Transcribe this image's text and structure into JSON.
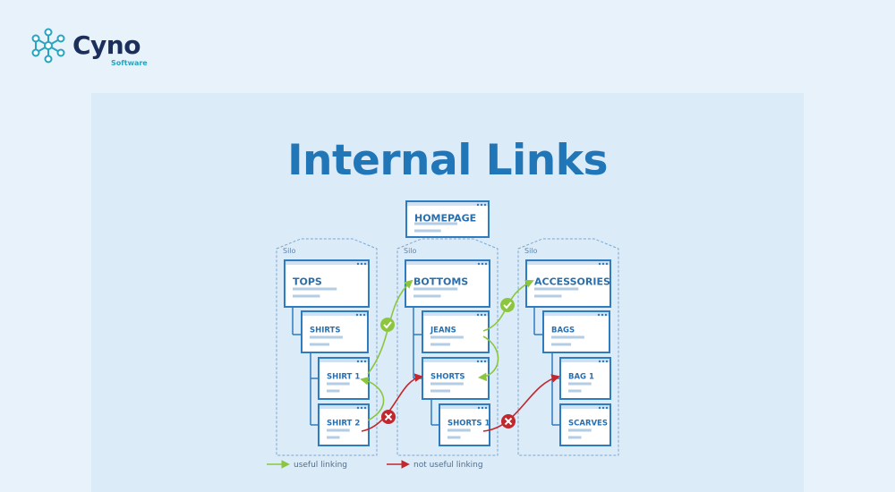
{
  "brand": {
    "name": "Cyno",
    "sub": "Software",
    "logo": "network-nodes-icon"
  },
  "title": "Internal Links",
  "colors": {
    "accent": "#2176b8",
    "brand": "#1c2e5c",
    "brand_sub": "#27a4bf",
    "useful": "#8cc63f",
    "not_useful": "#c1272d"
  },
  "homepage": "HOMEPAGE",
  "silos": [
    {
      "label": "Silo",
      "top": "TOPS",
      "cards": [
        "SHIRTS",
        "SHIRT 1",
        "SHIRT 2"
      ]
    },
    {
      "label": "Silo",
      "top": "BOTTOMS",
      "cards": [
        "JEANS",
        "SHORTS",
        "SHORTS 1"
      ]
    },
    {
      "label": "Silo",
      "top": "ACCESSORIES",
      "cards": [
        "BAGS",
        "BAG 1",
        "SCARVES"
      ]
    }
  ],
  "links": {
    "useful": [
      [
        "SHIRT 1",
        "BOTTOMS"
      ],
      [
        "SHIRT 2",
        "SHIRT 1"
      ],
      [
        "JEANS",
        "ACCESSORIES"
      ],
      [
        "JEANS",
        "SHORTS"
      ]
    ],
    "not_useful": [
      [
        "SHIRT 2",
        "SHORTS"
      ],
      [
        "SHORTS 1",
        "BAG 1"
      ]
    ]
  },
  "legend": {
    "useful": "useful linking",
    "not_useful": "not useful linking"
  }
}
